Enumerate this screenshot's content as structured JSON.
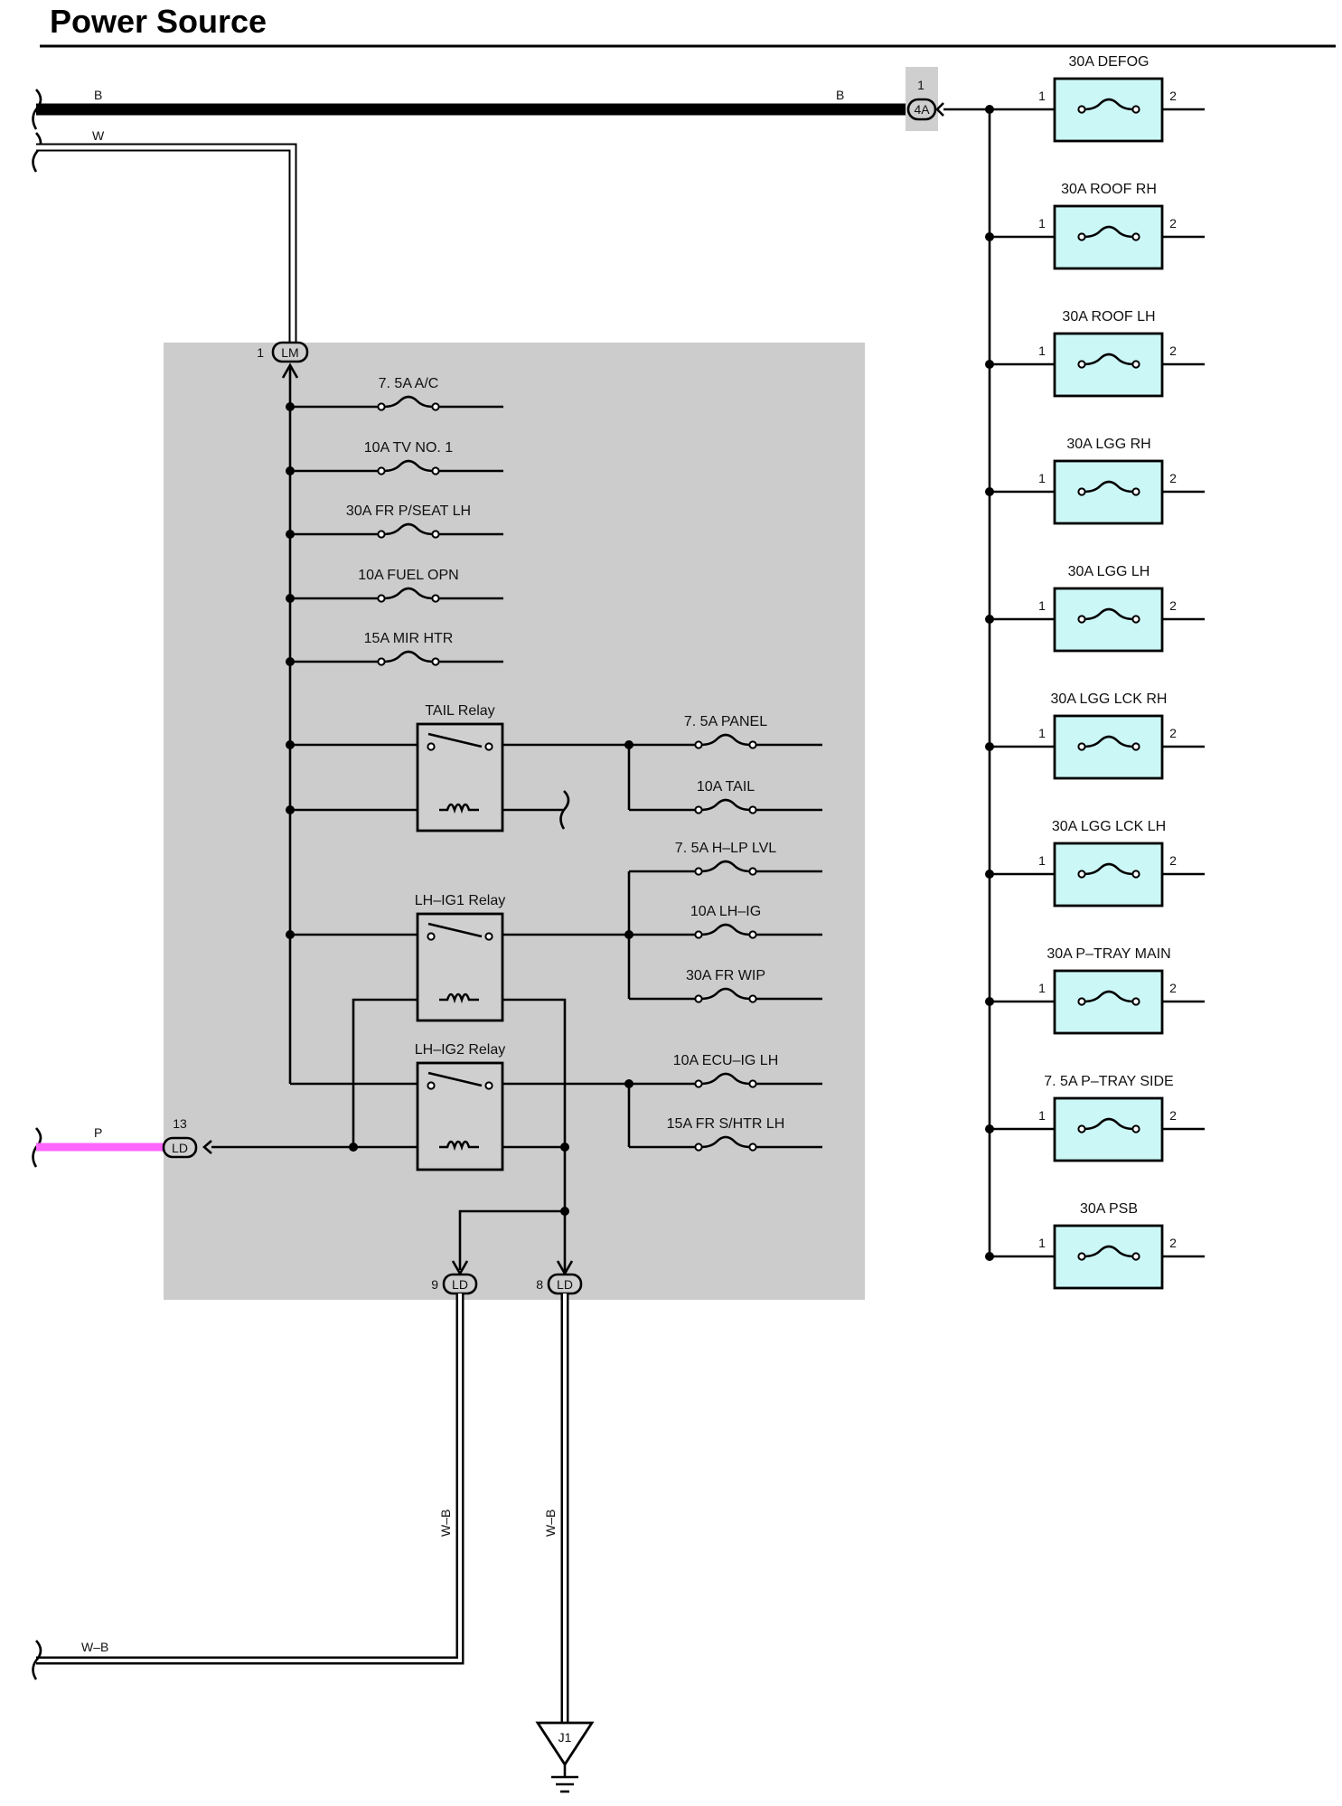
{
  "title": "Power Source",
  "wires": {
    "top_left": "B",
    "top_right": "B",
    "white_feed": "W",
    "pink_feed": "P",
    "bottom_left": "W–B",
    "ld9_vertical": "W–B",
    "ld8_vertical": "W–B"
  },
  "connectors": {
    "top_4a": {
      "pin": "1",
      "code": "4A"
    },
    "lm": {
      "pin": "1",
      "code": "LM"
    },
    "ld13": {
      "pin": "13",
      "code": "LD"
    },
    "ld9": {
      "pin": "9",
      "code": "LD"
    },
    "ld8": {
      "pin": "8",
      "code": "LD"
    }
  },
  "ground": {
    "code": "J1"
  },
  "right_fuses": [
    {
      "label": "30A DEFOG",
      "pin_in": "1",
      "pin_out": "2"
    },
    {
      "label": "30A ROOF RH",
      "pin_in": "1",
      "pin_out": "2"
    },
    {
      "label": "30A ROOF LH",
      "pin_in": "1",
      "pin_out": "2"
    },
    {
      "label": "30A LGG RH",
      "pin_in": "1",
      "pin_out": "2"
    },
    {
      "label": "30A LGG LH",
      "pin_in": "1",
      "pin_out": "2"
    },
    {
      "label": "30A LGG LCK RH",
      "pin_in": "1",
      "pin_out": "2"
    },
    {
      "label": "30A LGG LCK LH",
      "pin_in": "1",
      "pin_out": "2"
    },
    {
      "label": "30A P–TRAY MAIN",
      "pin_in": "1",
      "pin_out": "2"
    },
    {
      "label": "7. 5A P–TRAY SIDE",
      "pin_in": "1",
      "pin_out": "2"
    },
    {
      "label": "30A PSB",
      "pin_in": "1",
      "pin_out": "2"
    }
  ],
  "junction_fuses": [
    "7. 5A A/C",
    "10A TV NO. 1",
    "30A FR P/SEAT LH",
    "10A FUEL OPN",
    "15A MIR HTR"
  ],
  "relays": {
    "tail": {
      "label": "TAIL Relay",
      "fuses": [
        "7. 5A PANEL",
        "10A TAIL"
      ]
    },
    "lhig1": {
      "label": "LH–IG1 Relay",
      "fuses": [
        "7. 5A H–LP LVL",
        "10A LH–IG",
        "30A FR WIP"
      ]
    },
    "lhig2": {
      "label": "LH–IG2 Relay",
      "fuses": [
        "10A ECU–IG LH",
        "15A FR S/HTR LH"
      ]
    }
  },
  "colors": {
    "junction_block": "#cccccc",
    "fuse_box": "#ccf7f7",
    "pink_wire": "#ff66ff",
    "wire": "#000000"
  }
}
